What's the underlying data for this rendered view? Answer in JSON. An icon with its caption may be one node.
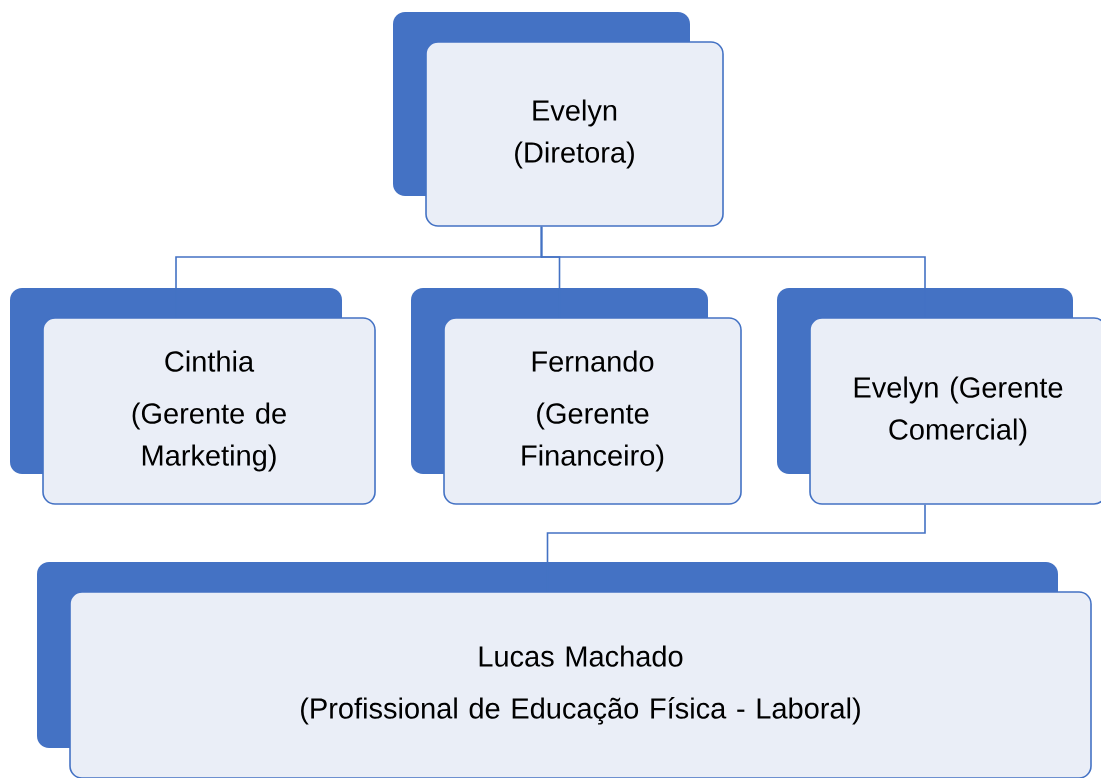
{
  "diagram": {
    "nodes": [
      {
        "text": [
          "Evelyn (Diretora)"
        ]
      },
      {
        "text": [
          "Cinthia",
          "(Gerente de Marketing)"
        ]
      },
      {
        "text": [
          "Fernando",
          "(Gerente Financeiro)"
        ]
      },
      {
        "text": [
          "Evelyn (Gerente Comercial)"
        ]
      },
      {
        "text": [
          "Lucas Machado",
          "(Profissional de Educação Física - Laboral)"
        ]
      }
    ],
    "edges": [
      {
        "from": 0,
        "to": 1,
        "arrow": "none"
      },
      {
        "from": 0,
        "to": 2,
        "arrow": "none"
      },
      {
        "from": 0,
        "to": 3,
        "arrow": "none"
      },
      {
        "from": 3,
        "to": 4,
        "arrow": "none"
      }
    ]
  }
}
